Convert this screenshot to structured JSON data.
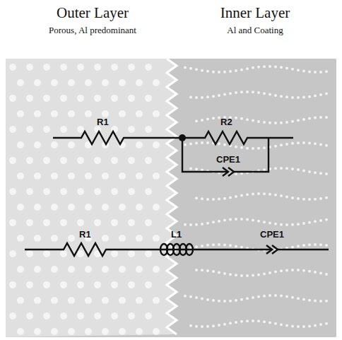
{
  "diagram": {
    "nodes": [
      {
        "text": [
          "Outer Layer",
          "Porous, Al predominant"
        ]
      },
      {
        "text": [
          "Inner Layer",
          "Al and Coating"
        ]
      }
    ],
    "labels": [
      "R1",
      "R2",
      "CPE1",
      "R1",
      "L1",
      "CPE1"
    ]
  }
}
